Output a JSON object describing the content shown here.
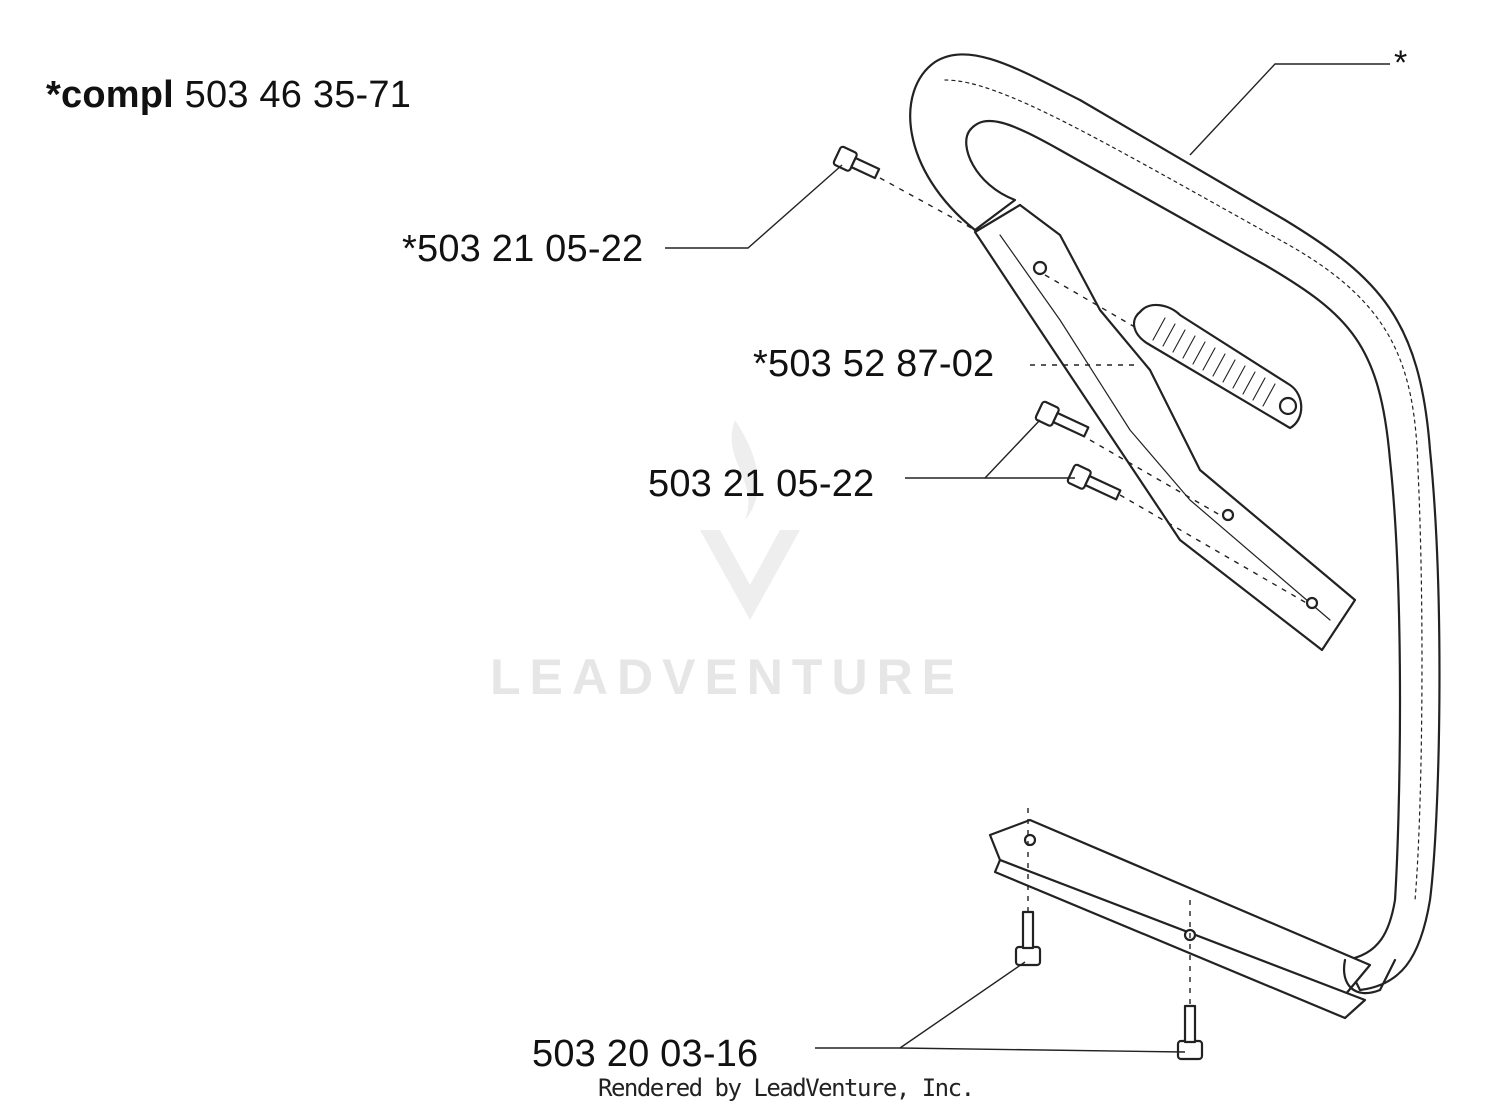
{
  "diagram": {
    "title_bold": "*compl",
    "title_number": "503 46 35-71",
    "star_marker": "*",
    "callouts": [
      {
        "text": "*503 21 05-22"
      },
      {
        "text": "*503 52 87-02"
      },
      {
        "text": "503 21 05-22"
      },
      {
        "text": "503 20 03-16"
      }
    ],
    "watermark": "LEADVENTURE",
    "footer": "Rendered by LeadVenture, Inc."
  },
  "colors": {
    "line": "#222222",
    "background": "#ffffff",
    "watermark": "#e6e6e6"
  }
}
